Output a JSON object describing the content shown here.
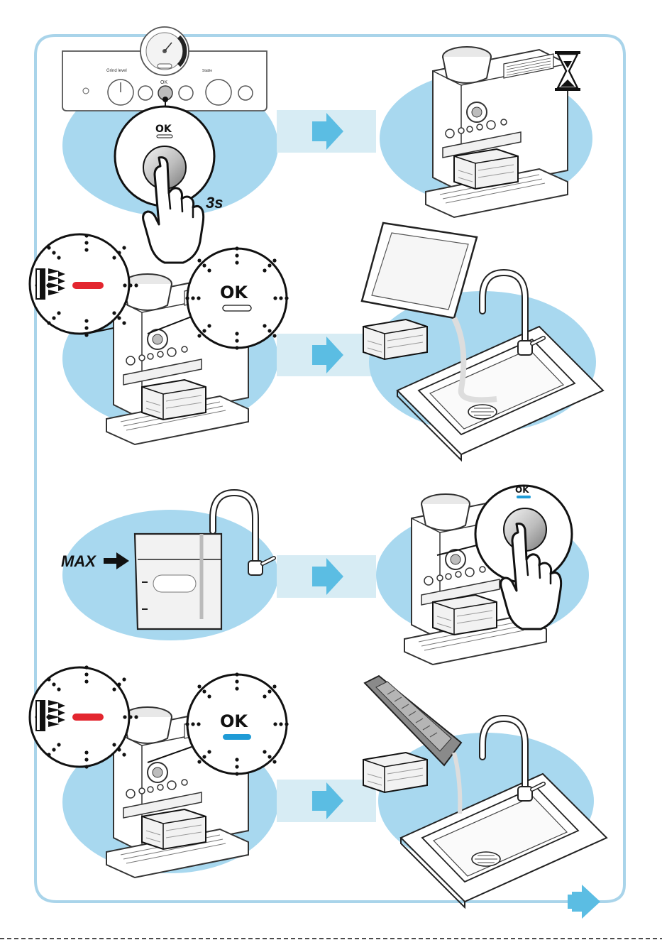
{
  "steps": {
    "s1": {
      "panel_top_label": "Stable",
      "dial_left_label": "Grind level",
      "btn_ok_label": "OK",
      "duration": "3s"
    },
    "s3": {
      "max_label": "MAX"
    },
    "ok_label": "OK"
  },
  "colors": {
    "frame": "#a9d4ea",
    "blob": "#a8d8ef",
    "arrow_band": "#d7ecf4",
    "arrow": "#5bbde3",
    "red_led": "#e3262f",
    "blue_led": "#1f9bd6"
  },
  "icons": [
    "hourglass-icon",
    "press-hand-icon",
    "sink-icon",
    "faucet-icon",
    "water-tank-icon",
    "arrow-right-icon"
  ]
}
